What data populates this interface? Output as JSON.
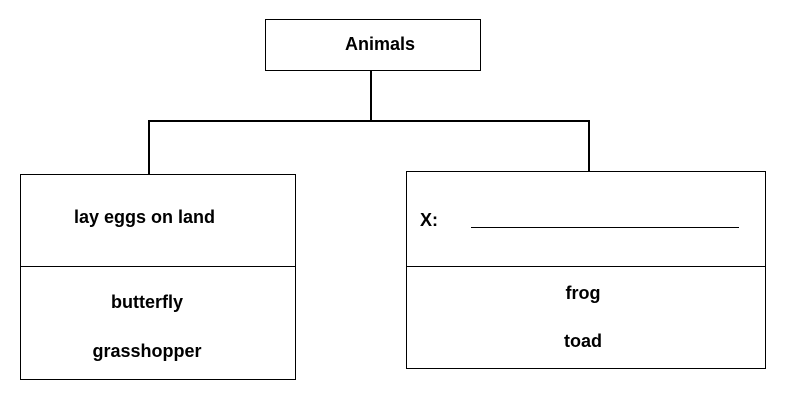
{
  "root": {
    "label": "Animals"
  },
  "left": {
    "header": "lay eggs on land",
    "items": [
      "butterfly",
      "grasshopper"
    ]
  },
  "right": {
    "header_prefix": "X:",
    "items": [
      "frog",
      "toad"
    ]
  }
}
